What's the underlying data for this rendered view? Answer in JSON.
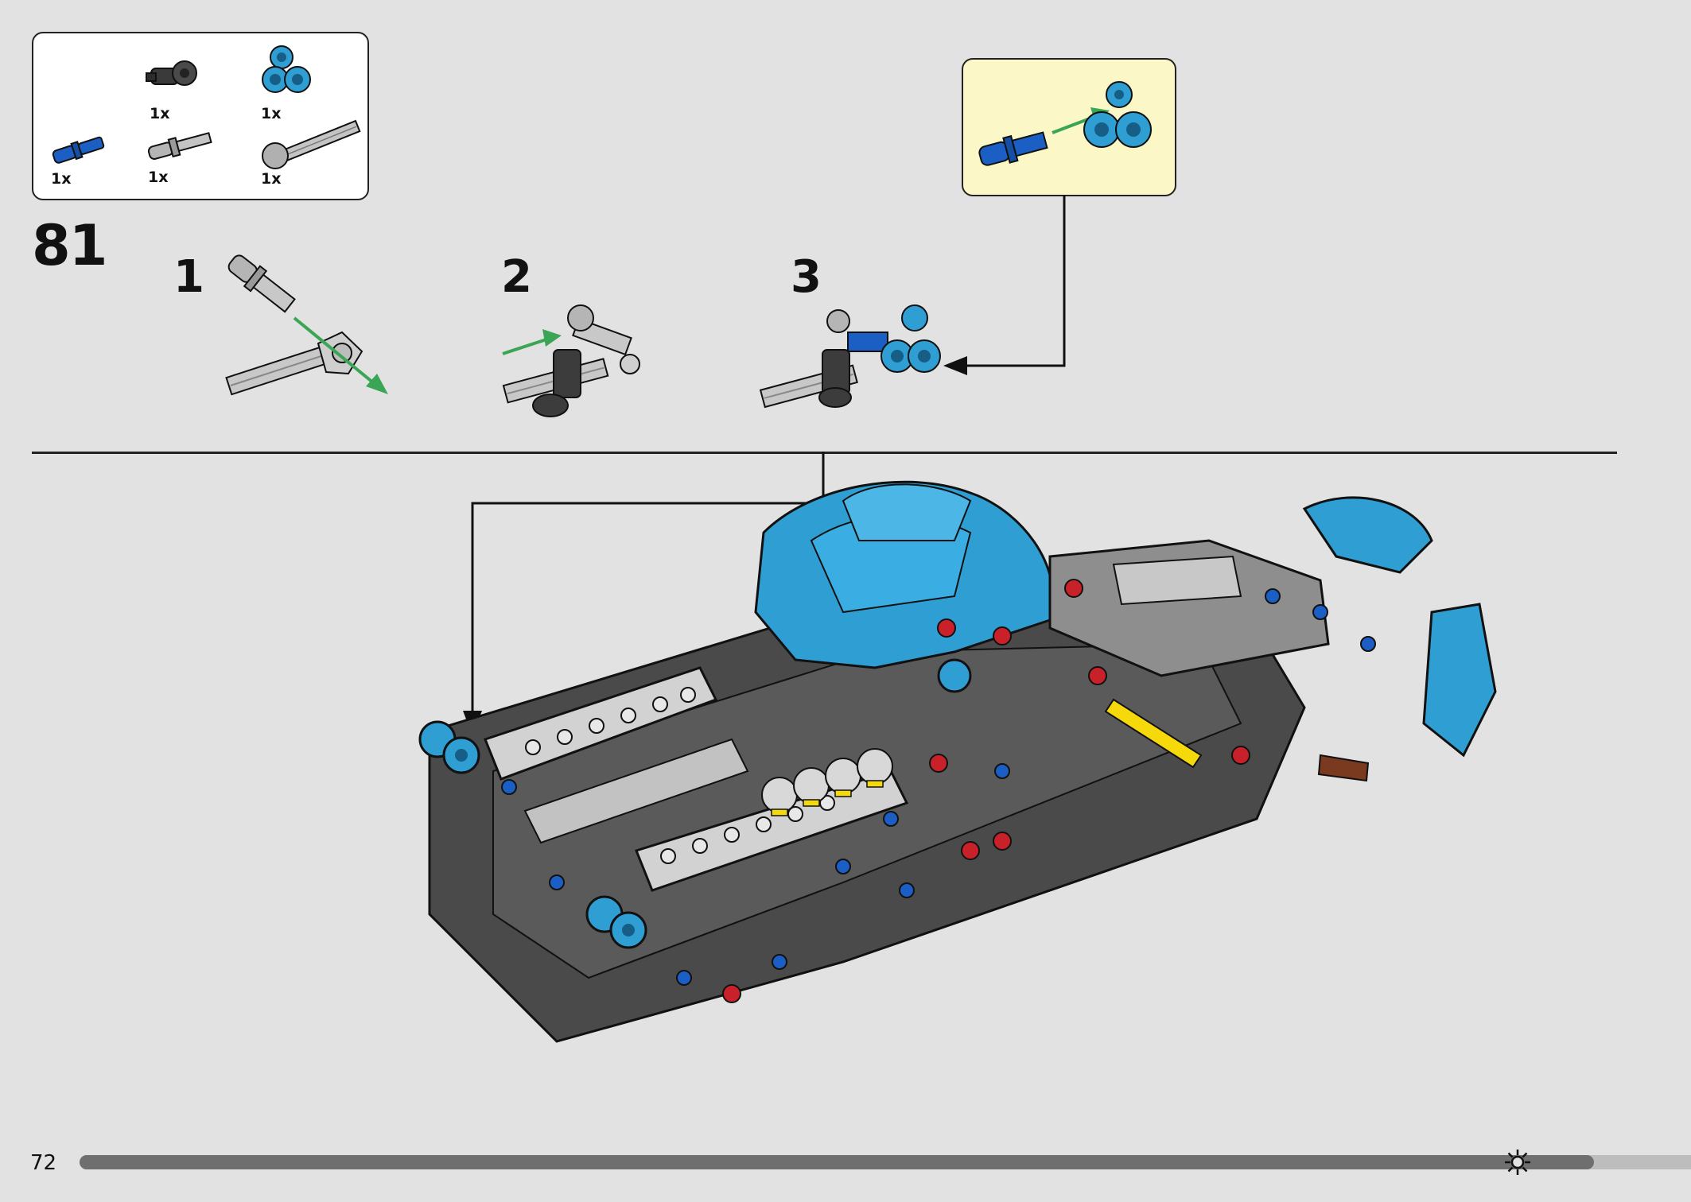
{
  "page": {
    "number": "72",
    "progress": 0.94
  },
  "step": {
    "number": "81"
  },
  "parts": [
    {
      "qty": "1x",
      "name": "dark-gray-connector-icon",
      "color": "#3a3a3a"
    },
    {
      "qty": "1x",
      "name": "azure-double-pin-connector-icon",
      "color": "#2f9ed3"
    },
    {
      "qty": "1x",
      "name": "blue-axle-pin-icon",
      "color": "#1b5fc4"
    },
    {
      "qty": "1x",
      "name": "light-gray-axle-pin-icon",
      "color": "#a8a8a8"
    },
    {
      "qty": "1x",
      "name": "light-gray-axle-with-stop-icon",
      "color": "#a8a8a8"
    }
  ],
  "substeps": [
    {
      "label": "1"
    },
    {
      "label": "2"
    },
    {
      "label": "3"
    }
  ],
  "colors": {
    "background": "#e2e2e2",
    "azure": "#2f9ed3",
    "dark_gray": "#3c3c3c",
    "light_gray": "#bdbdbd",
    "arrow_green": "#3aa655",
    "callout_bg": "#fbf7c6",
    "red": "#c9212a",
    "blue": "#1b5fc4",
    "yellow": "#f5d90a"
  }
}
